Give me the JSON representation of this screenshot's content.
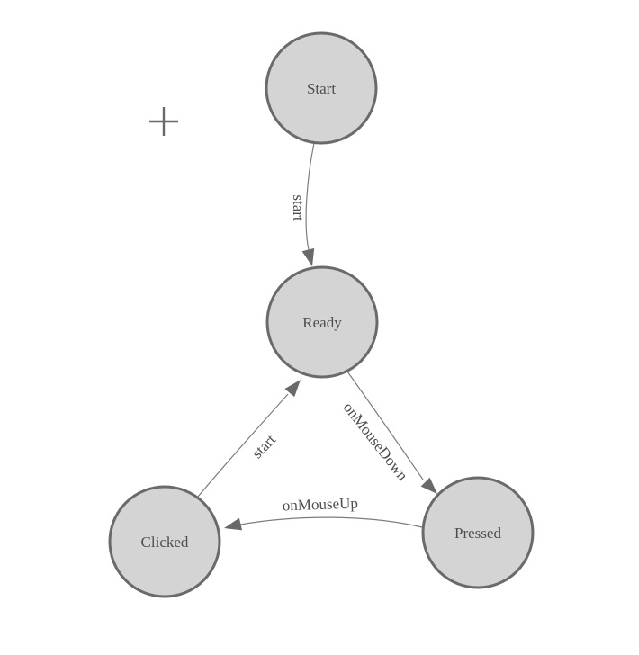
{
  "colors": {
    "canvas_bg": "#ffffff",
    "node_fill": "#d4d4d4",
    "node_stroke": "#6a6a6a",
    "edge_stroke": "#7d7d7d",
    "arrow_fill": "#696969",
    "label_color": "#4e4e4e",
    "crosshair_color": "#696969"
  },
  "diagram": {
    "type": "state-machine",
    "nodes": [
      {
        "id": "start",
        "label": "Start"
      },
      {
        "id": "ready",
        "label": "Ready"
      },
      {
        "id": "clicked",
        "label": "Clicked"
      },
      {
        "id": "pressed",
        "label": "Pressed"
      }
    ],
    "edges": [
      {
        "from": "start",
        "to": "ready",
        "label": "start"
      },
      {
        "from": "ready",
        "to": "pressed",
        "label": "onMouseDown"
      },
      {
        "from": "pressed",
        "to": "clicked",
        "label": "onMouseUp"
      },
      {
        "from": "clicked",
        "to": "ready",
        "label": "start"
      }
    ]
  }
}
